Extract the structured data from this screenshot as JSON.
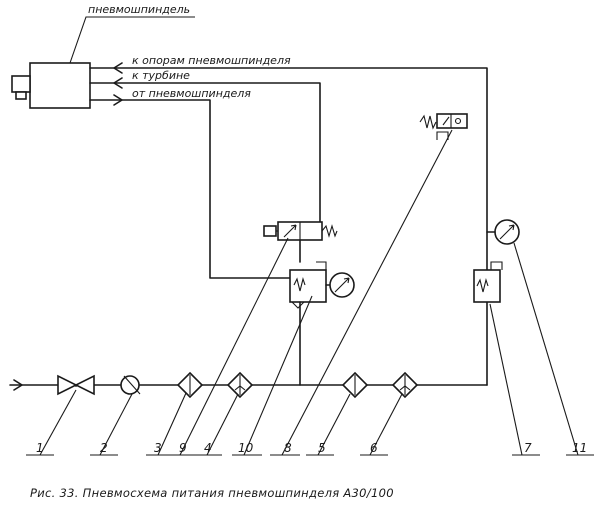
{
  "labels": {
    "spindle_title": "пневмошпиндель",
    "line_bearings": "к опорам пневмошпинделя",
    "line_turbine": "к турбине",
    "line_from_spindle": "от пневмошпинделя"
  },
  "callouts": [
    "1",
    "2",
    "3",
    "9",
    "4",
    "10",
    "8",
    "5",
    "6",
    "7",
    "11"
  ],
  "caption": "Рис. 33. Пневмосхема питания пневмошпинделя А30/100"
}
